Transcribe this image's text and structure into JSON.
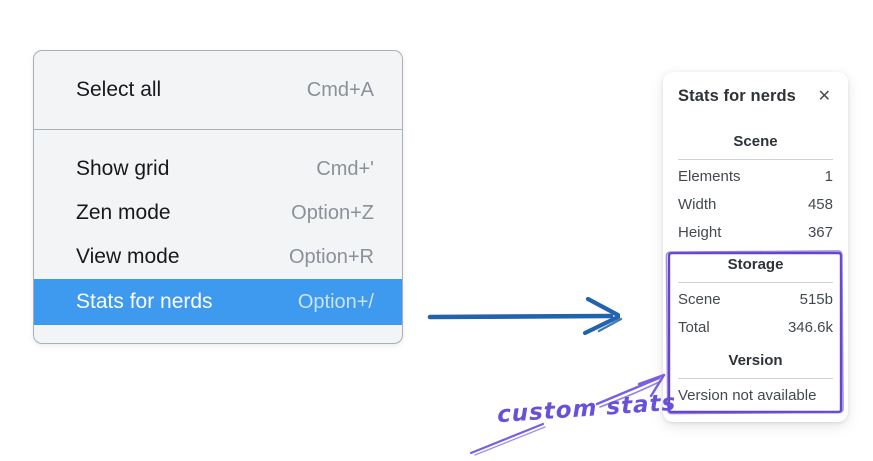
{
  "context_menu": {
    "sections": [
      {
        "items": [
          {
            "label": "Select all",
            "shortcut": "Cmd+A"
          }
        ]
      },
      {
        "items": [
          {
            "label": "Show grid",
            "shortcut": "Cmd+'"
          },
          {
            "label": "Zen mode",
            "shortcut": "Option+Z"
          },
          {
            "label": "View mode",
            "shortcut": "Option+R"
          },
          {
            "label": "Stats for nerds",
            "shortcut": "Option+/"
          }
        ]
      }
    ],
    "highlighted_item": "Stats for nerds"
  },
  "stats_panel": {
    "title": "Stats for nerds",
    "close_icon": "✕",
    "scene_section": {
      "heading": "Scene",
      "rows": [
        {
          "label": "Elements",
          "value": "1"
        },
        {
          "label": "Width",
          "value": "458"
        },
        {
          "label": "Height",
          "value": "367"
        }
      ]
    },
    "storage_section": {
      "heading": "Storage",
      "rows": [
        {
          "label": "Scene",
          "value": "515b"
        },
        {
          "label": "Total",
          "value": "346.6k"
        }
      ]
    },
    "version_section": {
      "heading": "Version",
      "note": "Version not available"
    }
  },
  "annotation": {
    "label": "custom stats",
    "color": "#6a4fd9"
  },
  "colors": {
    "menu_highlight": "#3d9aef",
    "menu_highlight_text": "#ffffff",
    "menu_shortcut_gray": "#8b9198",
    "arrow_blue": "#2263ae",
    "annotation_purple": "#7a5fe0",
    "annotation_box_purple": "#6346cf"
  }
}
